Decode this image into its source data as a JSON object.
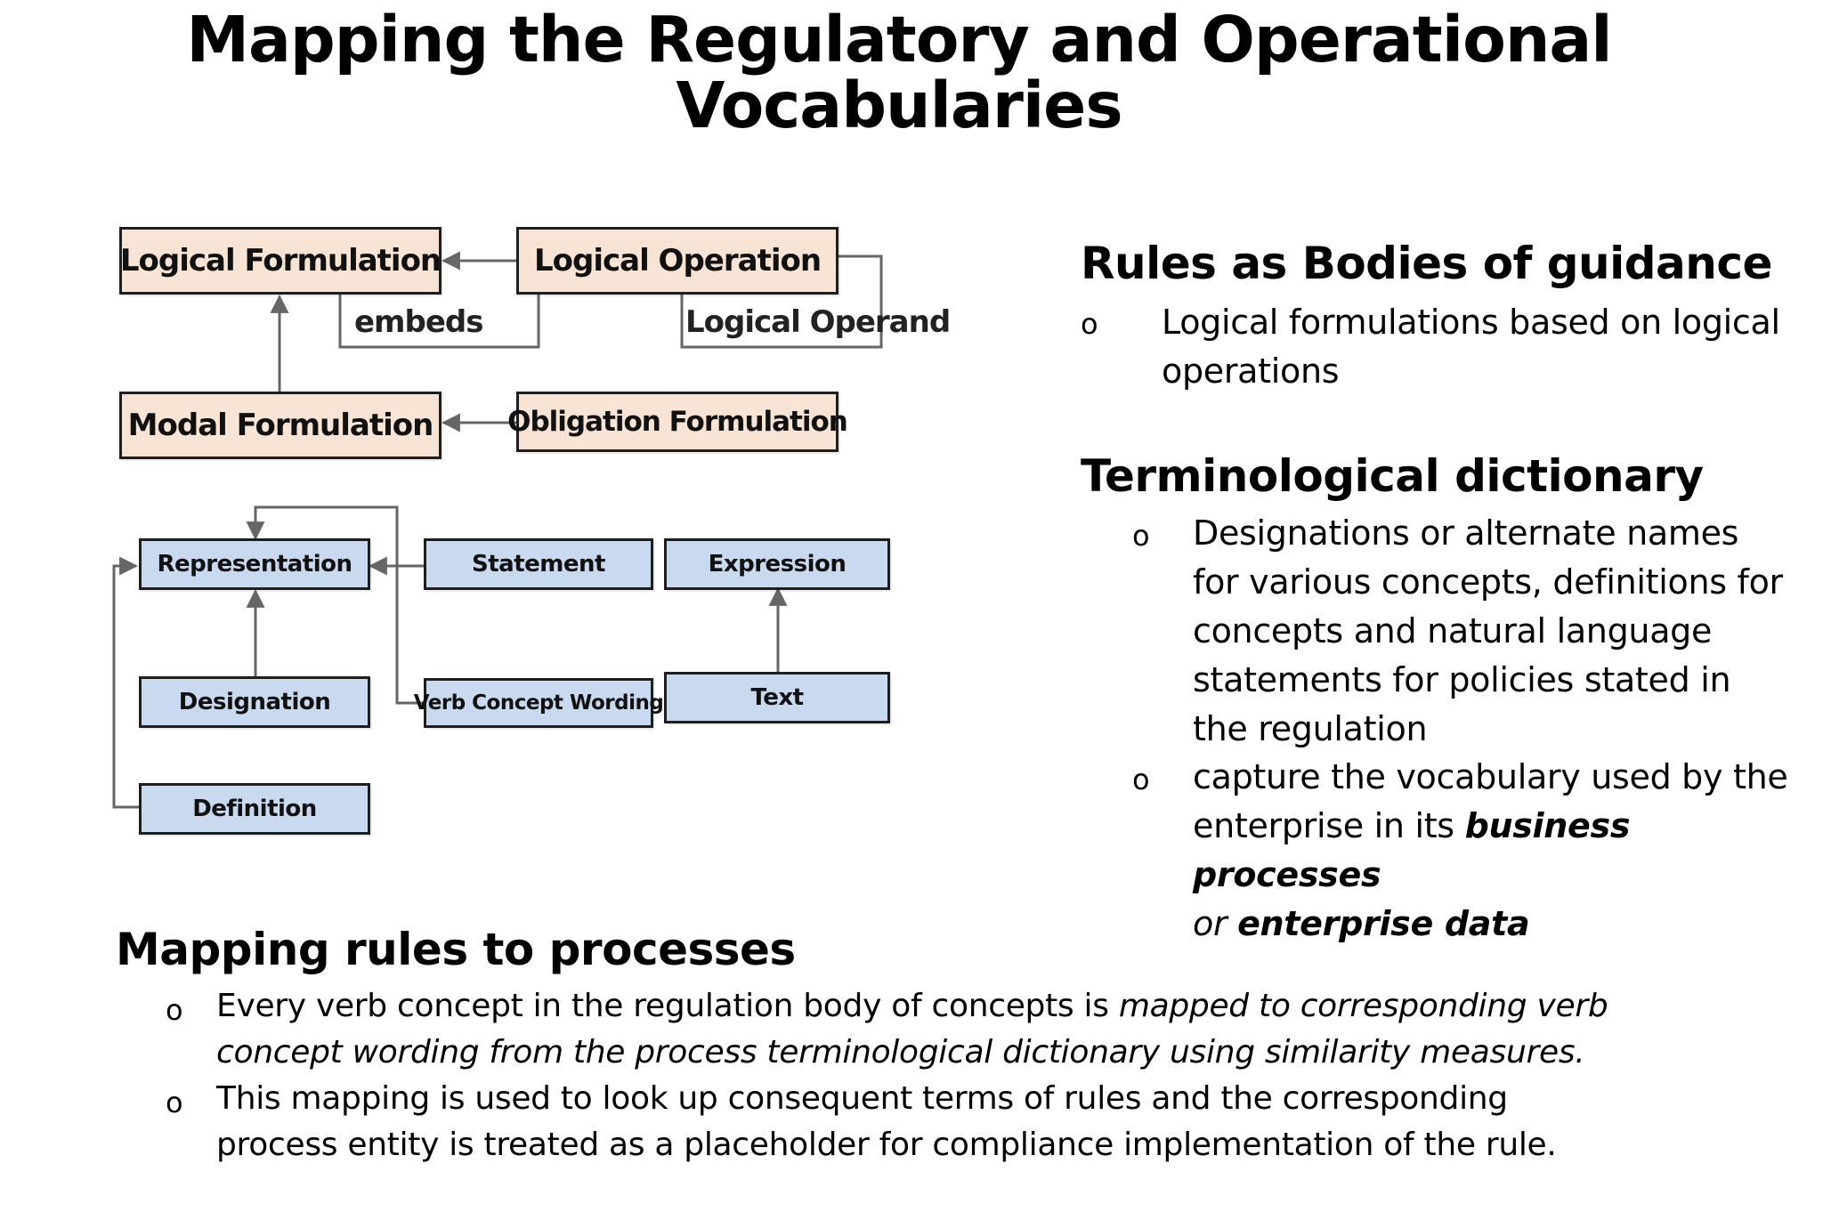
{
  "title": {
    "line1": "Mapping the Regulatory and Operational",
    "line2": "Vocabularies"
  },
  "diagram": {
    "nodes": {
      "logical_formulation": "Logical Formulation",
      "logical_operation": "Logical Operation",
      "modal_formulation": "Modal Formulation",
      "obligation_formulation": "Obligation Formulation",
      "representation": "Representation",
      "statement": "Statement",
      "expression": "Expression",
      "designation": "Designation",
      "verb_concept_wording": "Verb Concept Wording",
      "text": "Text",
      "definition": "Definition"
    },
    "edge_labels": {
      "embeds": "embeds",
      "logical_operand": "Logical Operand"
    },
    "colors": {
      "upper_box_fill": "#f8e4d4",
      "lower_box_fill": "#c9d9ef",
      "box_border": "#1e1e1e",
      "connector": "#666666"
    }
  },
  "rules_section": {
    "heading": "Rules as Bodies of guidance",
    "bullet_marker": "o",
    "bullets": [
      {
        "line1": "Logical formulations based on logical",
        "line2": "operations"
      }
    ]
  },
  "dictionary_section": {
    "heading": "Terminological dictionary",
    "bullet_marker": "o",
    "bullets": [
      {
        "lines": [
          "Designations or alternate names",
          "for various concepts, definitions for",
          "concepts and natural language",
          "statements for policies stated in",
          "the regulation"
        ]
      },
      {
        "line1": "capture the vocabulary used by the",
        "line2_plain": "enterprise in its ",
        "line2_bold_italic": "business processes",
        "line3_italic": "or ",
        "line3_bold_italic": "enterprise data"
      }
    ]
  },
  "mapping_section": {
    "heading": "Mapping rules to processes",
    "bullet_marker": "o",
    "bullets": [
      {
        "line1_plain": "Every verb concept in the regulation body of concepts is ",
        "line1_italic": "mapped to corresponding verb",
        "line2_italic": "concept wording from the process terminological dictionary using similarity measures."
      },
      {
        "line1": "This mapping is used to look up consequent terms of rules and the corresponding",
        "line2": "process entity is treated as a placeholder for compliance implementation of the rule."
      }
    ]
  }
}
